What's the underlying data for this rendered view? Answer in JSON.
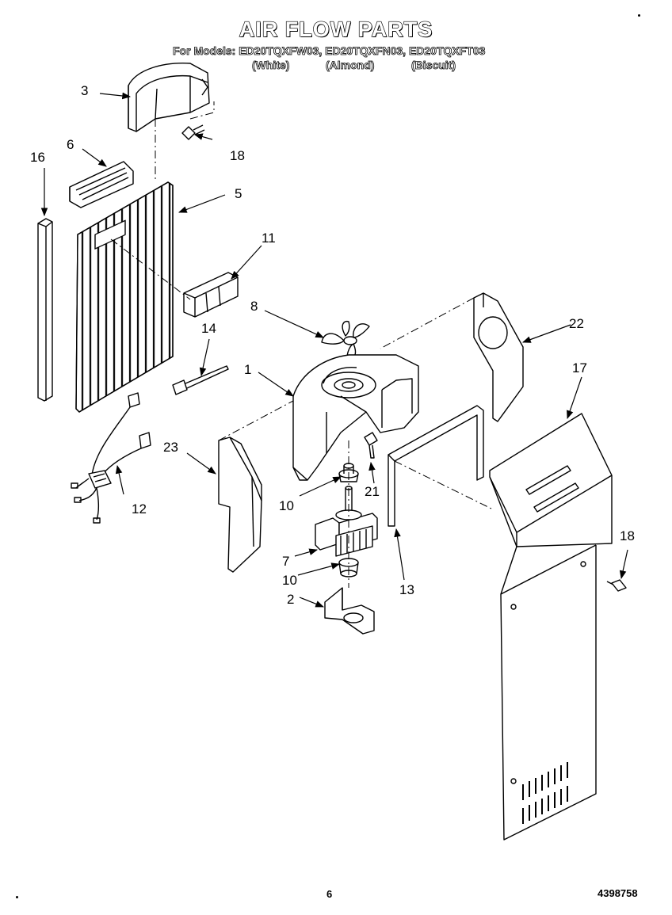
{
  "title": "AIR FLOW PARTS",
  "models_line": "For Models: ED20TQXFW03, ED20TQXFN03, ED20TQXFT03",
  "colors": {
    "white": "(White)",
    "almond": "(Almond)",
    "biscuit": "(Biscuit)"
  },
  "callouts": {
    "c1": "1",
    "c2": "2",
    "c3": "3",
    "c5": "5",
    "c6": "6",
    "c7": "7",
    "c8": "8",
    "c10a": "10",
    "c10b": "10",
    "c11": "11",
    "c12": "12",
    "c13": "13",
    "c14": "14",
    "c16": "16",
    "c17": "17",
    "c18a": "18",
    "c18b": "18",
    "c21": "21",
    "c22": "22",
    "c23": "23"
  },
  "footer": {
    "page_number": "6",
    "doc_number": "4398758"
  }
}
